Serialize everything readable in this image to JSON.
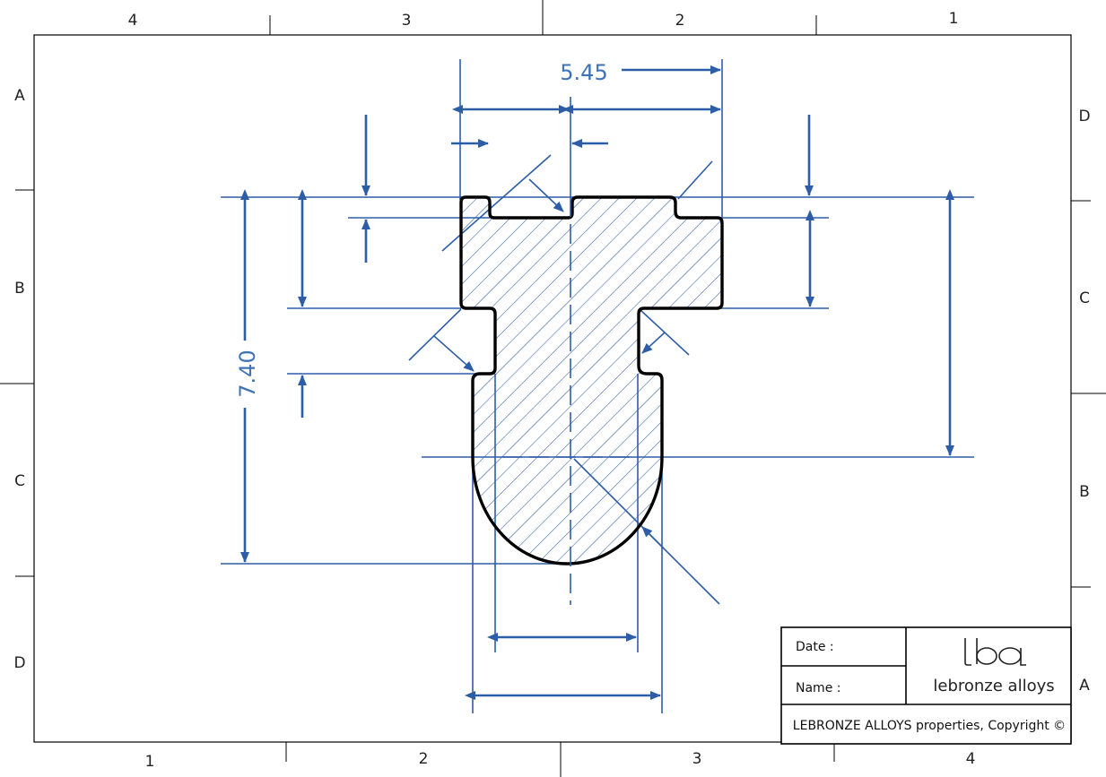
{
  "frame": {
    "top_zones": [
      "4",
      "3",
      "2",
      "1"
    ],
    "bottom_zones": [
      "1",
      "2",
      "3",
      "4"
    ],
    "left_zones": [
      "A",
      "B",
      "C",
      "D"
    ],
    "right_zones": [
      "D",
      "C",
      "B",
      "A"
    ]
  },
  "dimensions": {
    "width_label": "5.45",
    "height_label": "7.40"
  },
  "title_block": {
    "date_label": "Date :",
    "name_label": "Name :",
    "logo_text": "lba",
    "company": "lebronze alloys",
    "copyright": "LEBRONZE ALLOYS properties, Copyright ©"
  },
  "colors": {
    "dimension_blue": "#2e5da8",
    "dimension_text": "#3d73b6",
    "outline": "#000000"
  }
}
